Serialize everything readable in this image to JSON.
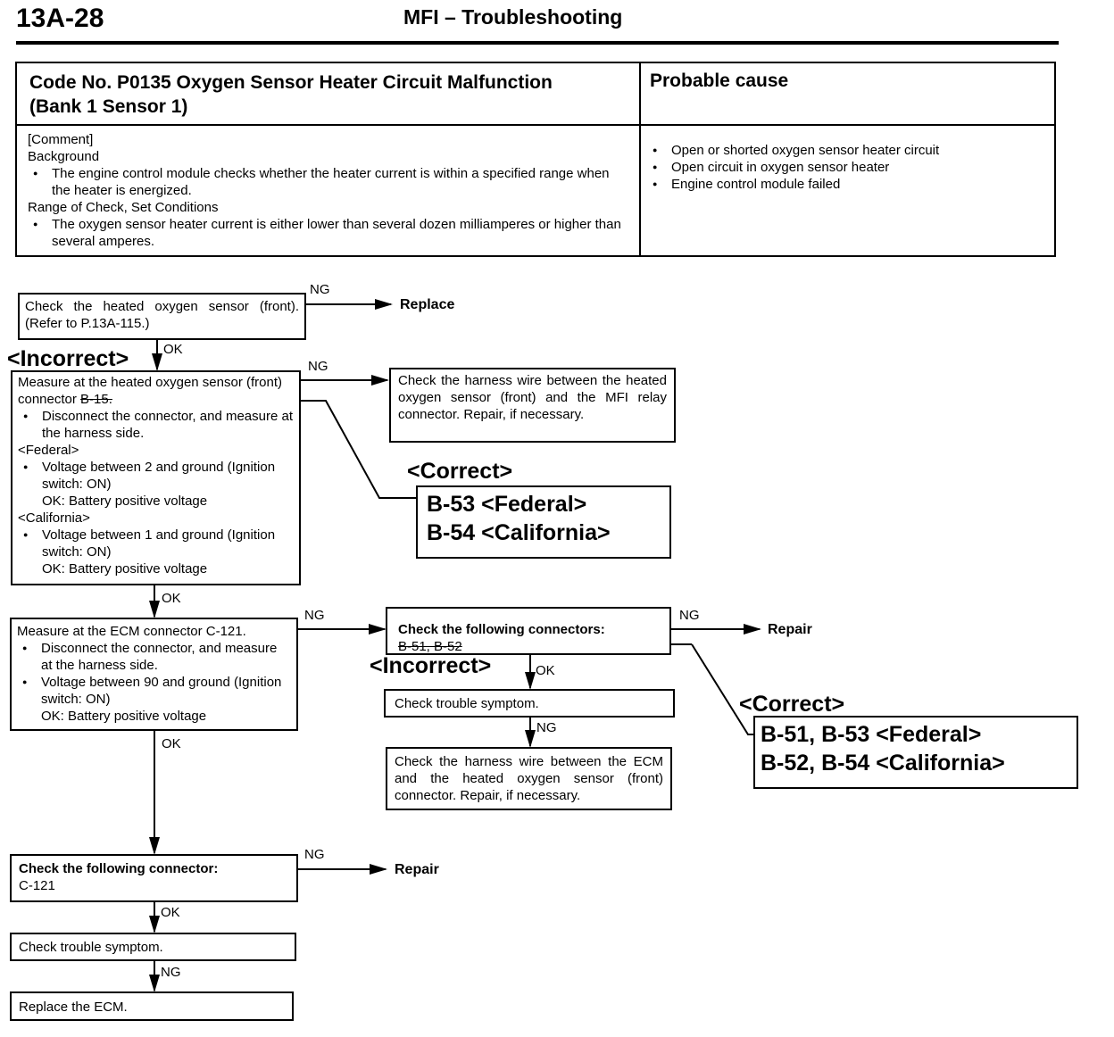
{
  "header": {
    "page_number": "13A-28",
    "title": "MFI – Troubleshooting"
  },
  "code_table": {
    "code_title": "Code No. P0135 Oxygen Sensor Heater Circuit Malfunction (Bank 1 Sensor 1)",
    "cause_header": "Probable cause",
    "comment_label": "[Comment]",
    "background_label": "Background",
    "background_item": "The engine control module checks whether the heater current is within a specified range when the heater is energized.",
    "range_label": "Range of Check, Set Conditions",
    "range_item": "The oxygen sensor heater current is either lower than several dozen milliamperes or higher than several amperes.",
    "causes": [
      "Open or shorted oxygen sensor heater circuit",
      "Open circuit in oxygen sensor heater",
      "Engine control module failed"
    ]
  },
  "flow": {
    "ng": "NG",
    "ok": "OK",
    "step1": "Check the heated oxygen sensor (front). (Refer to P.13A-115.)",
    "replace": "Replace",
    "incorrect": "<Incorrect>",
    "correct": "<Correct>",
    "step2_title": "Measure at the heated oxygen sensor (front) connector",
    "step2_conn": "B-15.",
    "step2_items": [
      "Disconnect the connector, and measure at the harness side."
    ],
    "federal_tag": "<Federal>",
    "federal_item": "Voltage between 2 and ground (Ignition switch: ON)",
    "ok_batt": "OK:  Battery positive voltage",
    "california_tag": "<California>",
    "california_item": "Voltage between 1 and ground (Ignition switch: ON)",
    "step2_ng": "Check the harness wire between the heated oxygen sensor (front) and the MFI relay connector. Repair, if necessary.",
    "correct1_line1": "B-53  <Federal>",
    "correct1_line2": "B-54  <California>",
    "step3_title": "Measure at the ECM connector C-121.",
    "step3_items": [
      "Disconnect the connector, and measure at the harness side.",
      "Voltage between 90 and ground (Ignition switch: ON)"
    ],
    "step3_ng_title": "Check the following connectors:",
    "step3_ng_conn": "B-51, B-52",
    "repair": "Repair",
    "check_symptom": "Check trouble symptom.",
    "step3_ng_final": "Check the harness wire between the ECM and the heated oxygen sensor (front) connector. Repair, if necessary.",
    "correct2_line1": "B-51,  B-53  <Federal>",
    "correct2_line2": "B-52,  B-54  <California>",
    "step4_title": "Check the following connector:",
    "step4_conn": "C-121",
    "check_symptom2": "Check trouble symptom.",
    "replace_ecm": "Replace the ECM."
  }
}
